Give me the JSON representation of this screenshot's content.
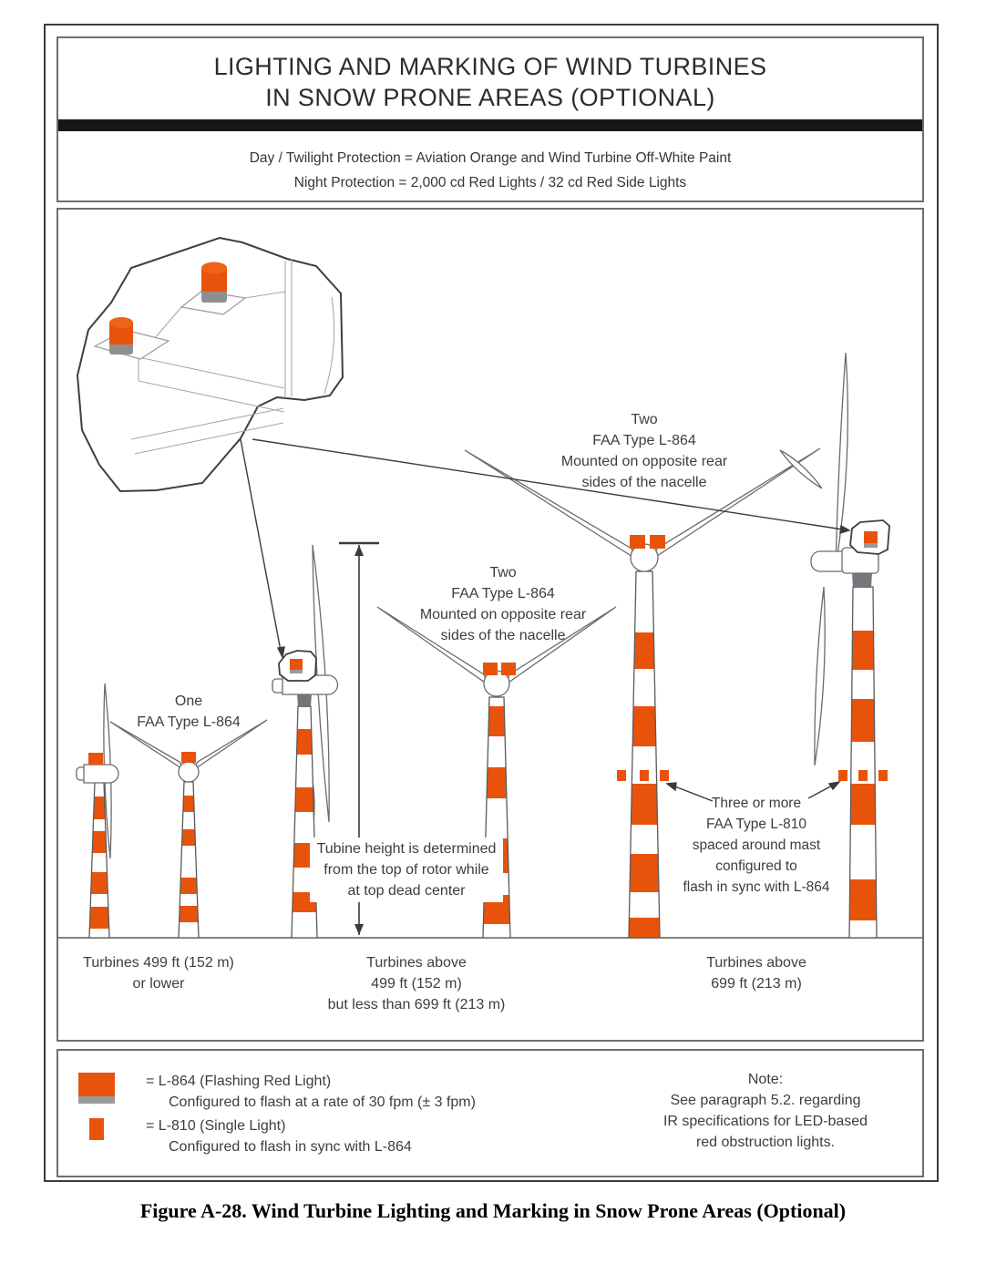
{
  "header": {
    "title_line1": "LIGHTING AND MARKING OF WIND TURBINES",
    "title_line2": "IN SNOW PRONE AREAS (OPTIONAL)",
    "subtitle_line1": "Day / Twilight Protection = Aviation Orange and Wind Turbine Off-White Paint",
    "subtitle_line2": "Night Protection = 2,000 cd Red Lights / 32 cd Red Side Lights"
  },
  "diagram": {
    "labels": {
      "one_l864": [
        "One",
        "FAA Type L-864"
      ],
      "two_l864": [
        "Two",
        "FAA Type L-864",
        "Mounted on opposite rear",
        "sides of the nacelle"
      ],
      "height_note": [
        "Tubine height is determined",
        "from the top of rotor while",
        "at top dead center"
      ],
      "l810_note": [
        "Three or more",
        "FAA Type L-810",
        "spaced around mast",
        "configured to",
        "flash in sync with L-864"
      ]
    },
    "categories": [
      {
        "line1": "Turbines 499 ft (152 m)",
        "line2": "or lower",
        "line3": ""
      },
      {
        "line1": "Turbines above",
        "line2": "499 ft (152 m)",
        "line3": "but less than 699 ft (213 m)"
      },
      {
        "line1": "Turbines above",
        "line2": "699 ft (213 m)",
        "line3": ""
      }
    ]
  },
  "legend": {
    "l864": {
      "label": "= L-864 (Flashing Red Light)",
      "detail": "Configured to flash at a rate of 30 fpm (± 3 fpm)"
    },
    "l810": {
      "label": "= L-810 (Single Light)",
      "detail": "Configured to flash in sync with L-864"
    },
    "note": [
      "Note:",
      "See paragraph 5.2. regarding",
      "IR specifications for LED-based",
      "red obstruction lights."
    ]
  },
  "caption": "Figure A-28. Wind Turbine Lighting and Marking in Snow Prone Areas (Optional)",
  "colors": {
    "aviation_orange": "#E8530C",
    "light_base_gray": "#8f8f8f",
    "outline_gray": "#5a5a5a",
    "divider_black": "#161616",
    "text": "#3d3d3d"
  }
}
